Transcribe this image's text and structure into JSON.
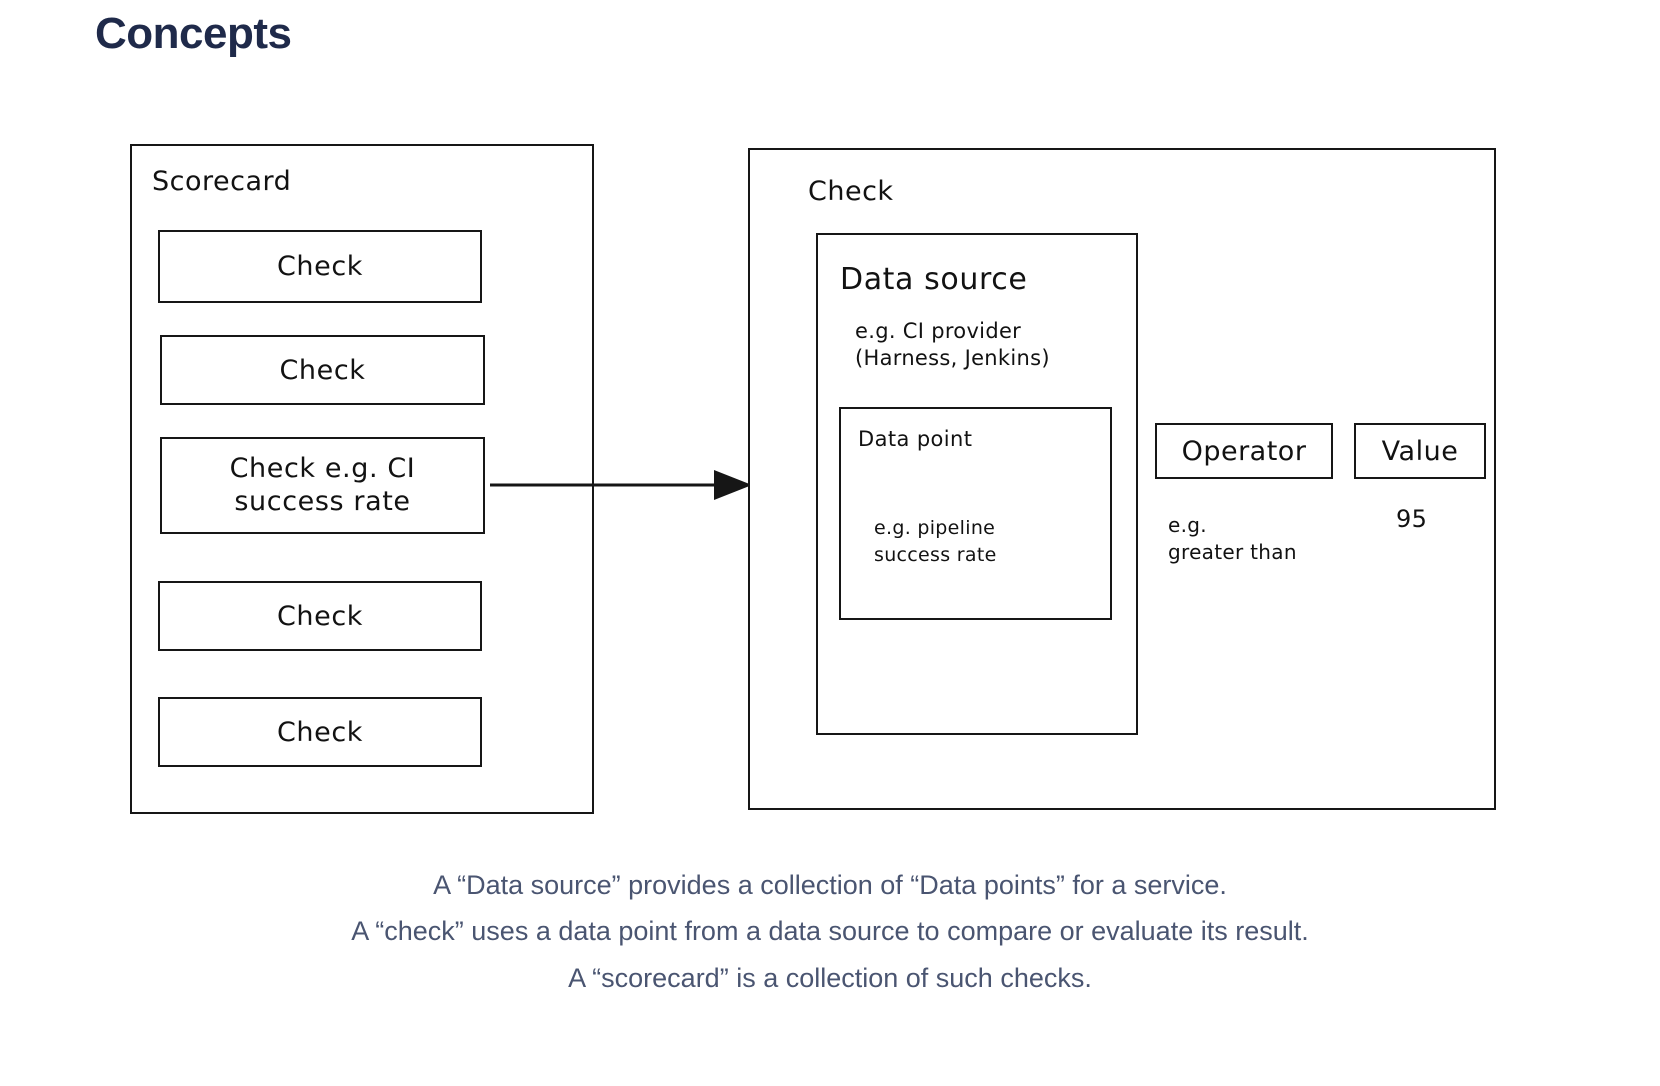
{
  "page": {
    "title": "Concepts",
    "title_color": "#1f2a4a",
    "background_color": "#ffffff",
    "stroke_color": "#161616"
  },
  "diagram": {
    "scorecard": {
      "label": "Scorecard",
      "checks": [
        {
          "label": "Check"
        },
        {
          "label": "Check"
        },
        {
          "label": "Check e.g. CI",
          "label_line2": "success rate"
        },
        {
          "label": "Check"
        },
        {
          "label": "Check"
        }
      ]
    },
    "arrow": {
      "name": "arrow-scorecard-to-check",
      "direction": "right"
    },
    "check": {
      "label": "Check",
      "data_source": {
        "label": "Data source",
        "note_line1": "e.g. CI provider",
        "note_line2": "(Harness, Jenkins)",
        "data_point": {
          "label": "Data point",
          "note_line1": "e.g. pipeline",
          "note_line2": "success rate"
        }
      },
      "operator": {
        "label": "Operator",
        "note_line1": "e.g.",
        "note_line2": "greater than"
      },
      "value": {
        "label": "Value",
        "note": "95"
      }
    }
  },
  "caption": {
    "color": "#4a5571",
    "lines": [
      "A “Data source” provides a collection of “Data points” for a service.",
      "A “check” uses a data point from a data source to compare or evaluate its result.",
      "A “scorecard” is a collection of such checks."
    ]
  }
}
